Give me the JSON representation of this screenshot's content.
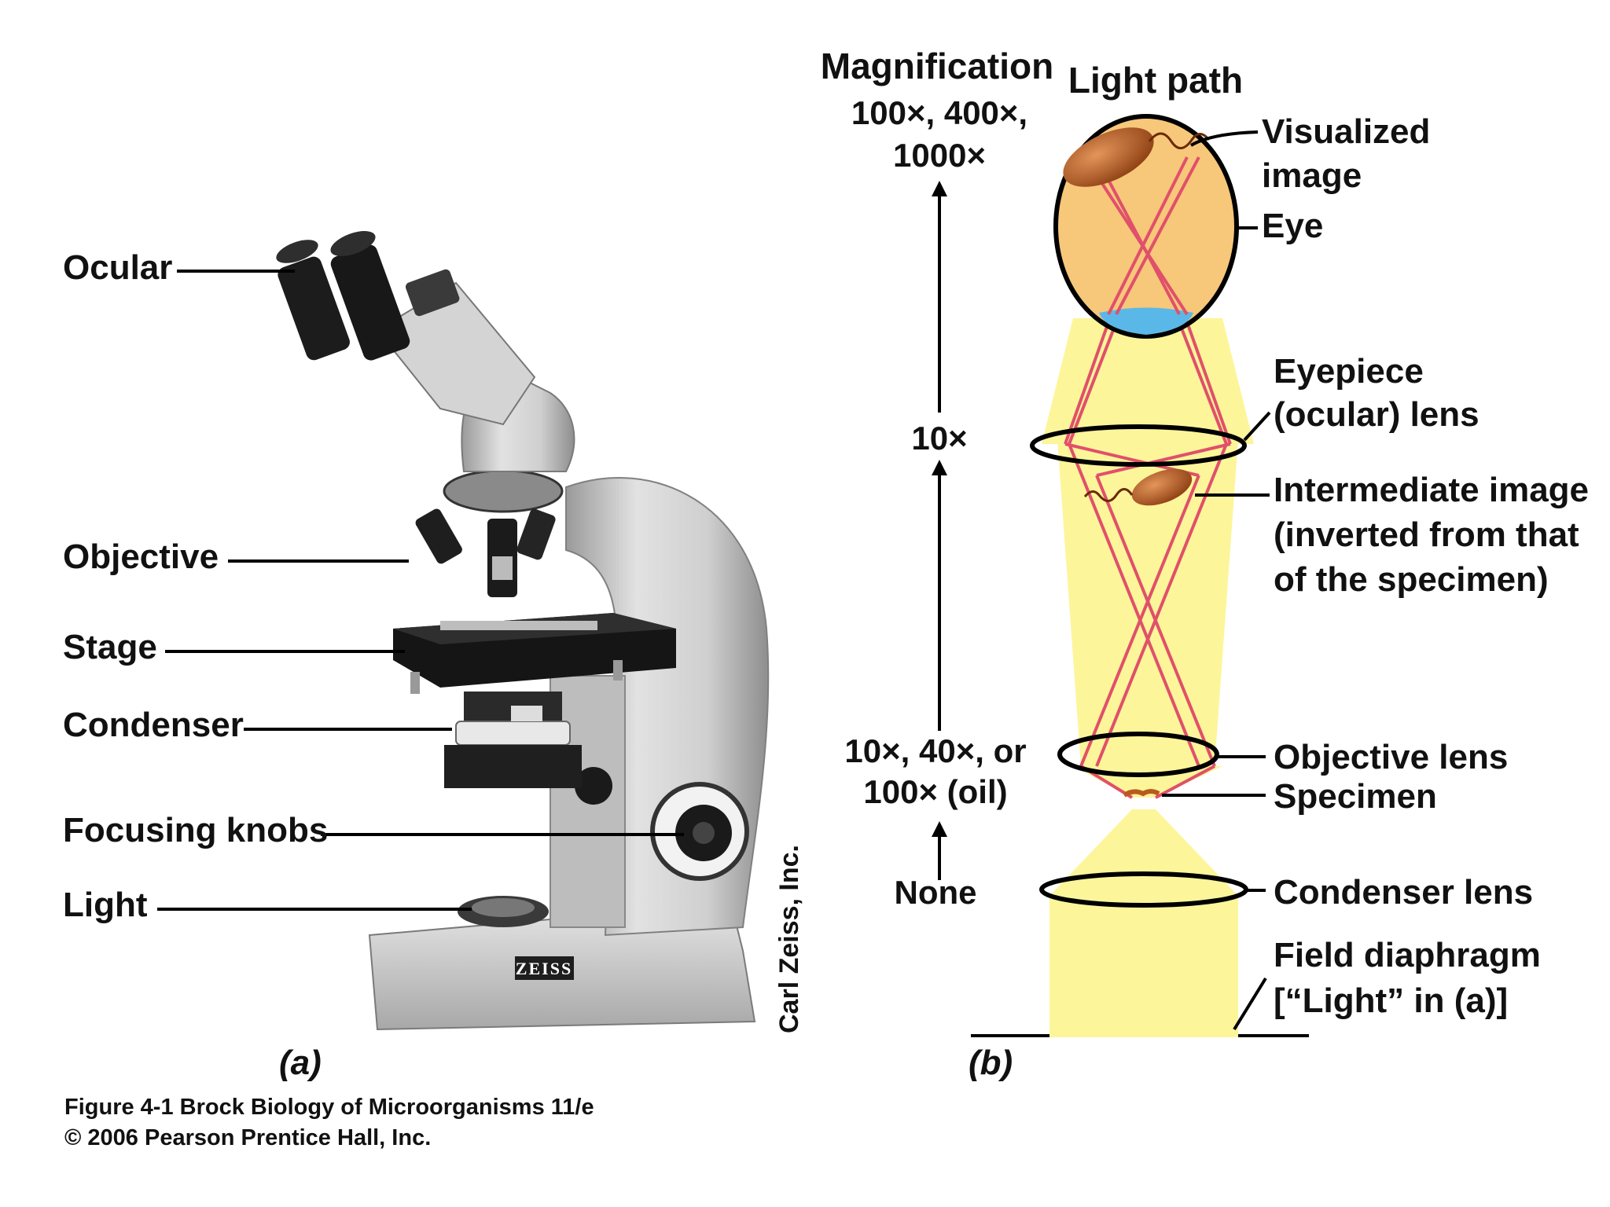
{
  "panel_a": {
    "labels": {
      "ocular": "Ocular",
      "objective": "Objective",
      "stage": "Stage",
      "condenser": "Condenser",
      "focusing_knobs": "Focusing knobs",
      "light": "Light"
    },
    "brand_plate": "ZEISS",
    "credit": "Carl Zeiss, Inc.",
    "caption": "(a)"
  },
  "panel_b": {
    "magnification_header": "Magnification",
    "light_path_header": "Light path",
    "magnifications": {
      "total_line1": "100×, 400×,",
      "total_line2": "1000×",
      "eyepiece": "10×",
      "objective_line1": "10×, 40×, or",
      "objective_line2": "100× (oil)",
      "condenser": "None"
    },
    "labels": {
      "visualized_image_line1": "Visualized",
      "visualized_image_line2": "image",
      "eye": "Eye",
      "eyepiece_line1": "Eyepiece",
      "eyepiece_line2": "(ocular) lens",
      "intermediate_line1": "Intermediate image",
      "intermediate_line2": "(inverted from that",
      "intermediate_line3": "of the specimen)",
      "objective_lens": "Objective lens",
      "specimen": "Specimen",
      "condenser_lens": "Condenser lens",
      "field_diaphragm_line1": "Field diaphragm",
      "field_diaphragm_line2": "[“Light” in (a)]"
    },
    "caption": "(b)"
  },
  "figure_caption": {
    "line1": "Figure 4-1  Brock Biology of Microorganisms 11/e",
    "line2": "© 2006 Pearson Prentice Hall, Inc."
  },
  "colors": {
    "light_beam": "#fdf59a",
    "ray": "#e0506a",
    "eye_fill": "#f7c77a",
    "cornea": "#5ab8e8",
    "bacterium": "#b95a1e",
    "microscope_body": "#c9c9c9",
    "microscope_dark": "#1c1c1c"
  }
}
